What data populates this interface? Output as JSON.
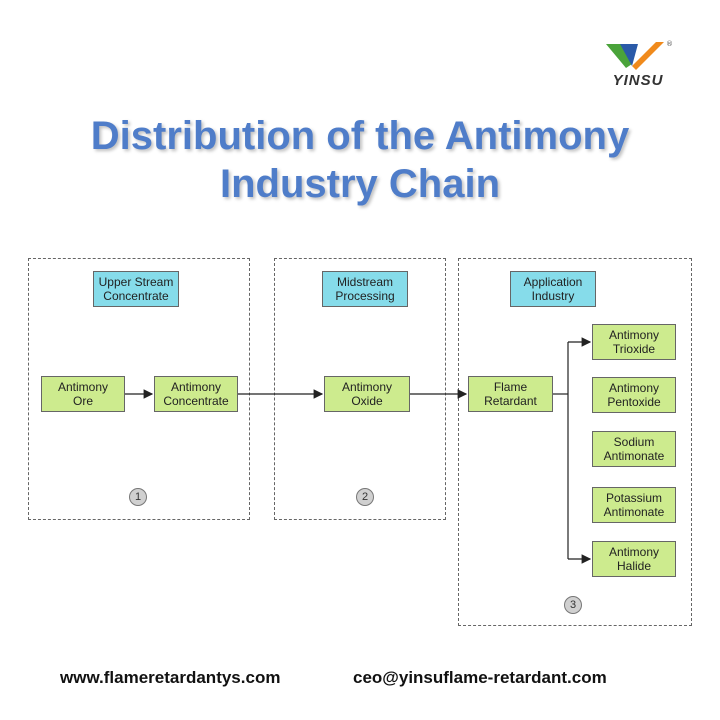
{
  "brand": {
    "name": "YINSU",
    "registered": "®"
  },
  "title": {
    "line1": "Distribution of the Antimony",
    "line2": "Industry Chain"
  },
  "stages": [
    {
      "header_line1": "Upper Stream",
      "header_line2": "Concentrate",
      "number": "1"
    },
    {
      "header_line1": "Midstream",
      "header_line2": "Processing",
      "number": "2"
    },
    {
      "header_line1": "Application",
      "header_line2": "Industry",
      "number": "3"
    }
  ],
  "nodes": {
    "ore": {
      "line1": "Antimony",
      "line2": "Ore"
    },
    "concentrate": {
      "line1": "Antimony",
      "line2": "Concentrate"
    },
    "oxide": {
      "line1": "Antimony",
      "line2": "Oxide"
    },
    "flame_retardant": {
      "line1": "Flame",
      "line2": "Retardant"
    },
    "products": [
      {
        "line1": "Antimony",
        "line2": "Trioxide"
      },
      {
        "line1": "Antimony",
        "line2": "Pentoxide"
      },
      {
        "line1": "Sodium",
        "line2": "Antimonate"
      },
      {
        "line1": "Potassium",
        "line2": "Antimonate"
      },
      {
        "line1": "Antimony",
        "line2": "Halide"
      }
    ]
  },
  "footer": {
    "website": "www.flameretardantys.com",
    "email": "ceo@yinsuflame-retardant.com"
  },
  "colors": {
    "title": "#4f7dc9",
    "header_fill": "#86dcea",
    "node_fill": "#cdeb8e",
    "logo_green": "#4aa33a",
    "logo_orange": "#f08a1c",
    "logo_blue": "#2a5aa8"
  }
}
